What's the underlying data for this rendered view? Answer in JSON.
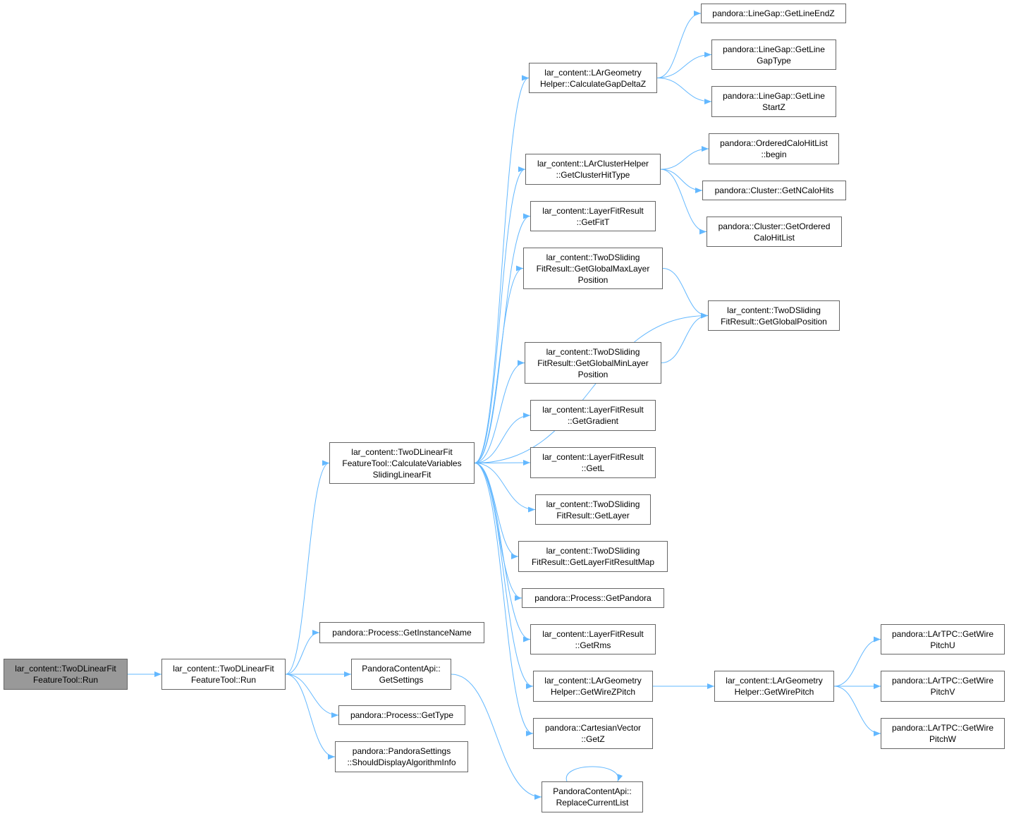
{
  "colors": {
    "edge": "#63b8ff",
    "node_border": "#666666",
    "root_fill": "#999999",
    "node_fill": "#ffffff"
  },
  "nodes": {
    "n0": {
      "lines": [
        "lar_content::TwoDLinearFit",
        "FeatureTool::Run"
      ],
      "root": true
    },
    "n1": {
      "lines": [
        "lar_content::TwoDLinearFit",
        "FeatureTool::Run"
      ]
    },
    "n2": {
      "lines": [
        "lar_content::TwoDLinearFit",
        "FeatureTool::CalculateVariables",
        "SlidingLinearFit"
      ]
    },
    "n3": {
      "lines": [
        "pandora::Process::GetInstanceName"
      ]
    },
    "n4": {
      "lines": [
        "PandoraContentApi::",
        "GetSettings"
      ]
    },
    "n5": {
      "lines": [
        "pandora::Process::GetType"
      ]
    },
    "n6": {
      "lines": [
        "pandora::PandoraSettings",
        "::ShouldDisplayAlgorithmInfo"
      ]
    },
    "n7": {
      "lines": [
        "lar_content::LArGeometry",
        "Helper::CalculateGapDeltaZ"
      ]
    },
    "n8": {
      "lines": [
        "lar_content::LArClusterHelper",
        "::GetClusterHitType"
      ]
    },
    "n9": {
      "lines": [
        "lar_content::LayerFitResult",
        "::GetFitT"
      ]
    },
    "n10": {
      "lines": [
        "lar_content::TwoDSliding",
        "FitResult::GetGlobalMaxLayer",
        "Position"
      ]
    },
    "n11": {
      "lines": [
        "lar_content::TwoDSliding",
        "FitResult::GetGlobalMinLayer",
        "Position"
      ]
    },
    "n12": {
      "lines": [
        "lar_content::LayerFitResult",
        "::GetGradient"
      ]
    },
    "n13": {
      "lines": [
        "lar_content::LayerFitResult",
        "::GetL"
      ]
    },
    "n14": {
      "lines": [
        "lar_content::TwoDSliding",
        "FitResult::GetLayer"
      ]
    },
    "n15": {
      "lines": [
        "lar_content::TwoDSliding",
        "FitResult::GetLayerFitResultMap"
      ]
    },
    "n16": {
      "lines": [
        "pandora::Process::GetPandora"
      ]
    },
    "n17": {
      "lines": [
        "lar_content::LayerFitResult",
        "::GetRms"
      ]
    },
    "n18": {
      "lines": [
        "lar_content::LArGeometry",
        "Helper::GetWireZPitch"
      ]
    },
    "n19": {
      "lines": [
        "pandora::CartesianVector",
        "::GetZ"
      ]
    },
    "n20": {
      "lines": [
        "PandoraContentApi::",
        "ReplaceCurrentList"
      ]
    },
    "n21": {
      "lines": [
        "pandora::LineGap::GetLineEndZ"
      ]
    },
    "n22": {
      "lines": [
        "pandora::LineGap::GetLine",
        "GapType"
      ]
    },
    "n23": {
      "lines": [
        "pandora::LineGap::GetLine",
        "StartZ"
      ]
    },
    "n24": {
      "lines": [
        "pandora::OrderedCaloHitList",
        "::begin"
      ]
    },
    "n25": {
      "lines": [
        "pandora::Cluster::GetNCaloHits"
      ]
    },
    "n26": {
      "lines": [
        "pandora::Cluster::GetOrdered",
        "CaloHitList"
      ]
    },
    "n27": {
      "lines": [
        "lar_content::TwoDSliding",
        "FitResult::GetGlobalPosition"
      ]
    },
    "n28": {
      "lines": [
        "lar_content::LArGeometry",
        "Helper::GetWirePitch"
      ]
    },
    "n29": {
      "lines": [
        "pandora::LArTPC::GetWire",
        "PitchU"
      ]
    },
    "n30": {
      "lines": [
        "pandora::LArTPC::GetWire",
        "PitchV"
      ]
    },
    "n31": {
      "lines": [
        "pandora::LArTPC::GetWire",
        "PitchW"
      ]
    }
  },
  "edges": [
    [
      "n0",
      "n1"
    ],
    [
      "n1",
      "n2"
    ],
    [
      "n1",
      "n3"
    ],
    [
      "n1",
      "n4"
    ],
    [
      "n1",
      "n5"
    ],
    [
      "n1",
      "n6"
    ],
    [
      "n4",
      "n20"
    ],
    [
      "n20",
      "n20"
    ],
    [
      "n2",
      "n7"
    ],
    [
      "n2",
      "n8"
    ],
    [
      "n2",
      "n9"
    ],
    [
      "n2",
      "n10"
    ],
    [
      "n2",
      "n27"
    ],
    [
      "n2",
      "n11"
    ],
    [
      "n2",
      "n12"
    ],
    [
      "n2",
      "n13"
    ],
    [
      "n2",
      "n14"
    ],
    [
      "n2",
      "n15"
    ],
    [
      "n2",
      "n16"
    ],
    [
      "n2",
      "n17"
    ],
    [
      "n2",
      "n18"
    ],
    [
      "n2",
      "n19"
    ],
    [
      "n7",
      "n21"
    ],
    [
      "n7",
      "n22"
    ],
    [
      "n7",
      "n23"
    ],
    [
      "n8",
      "n24"
    ],
    [
      "n8",
      "n25"
    ],
    [
      "n8",
      "n26"
    ],
    [
      "n10",
      "n27"
    ],
    [
      "n11",
      "n27"
    ],
    [
      "n18",
      "n28"
    ],
    [
      "n28",
      "n29"
    ],
    [
      "n28",
      "n30"
    ],
    [
      "n28",
      "n31"
    ]
  ]
}
